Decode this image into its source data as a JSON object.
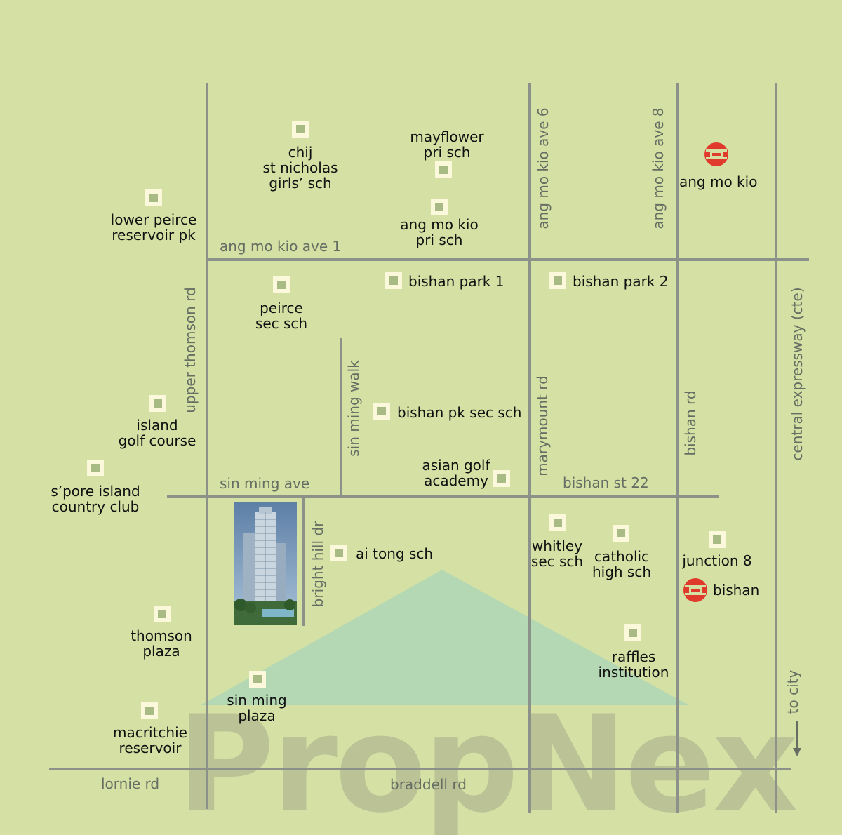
{
  "roads": {
    "ang_mo_kio_ave_1": "ang mo kio ave 1",
    "upper_thomson_rd": "upper thomson rd",
    "sin_ming_walk": "sin ming walk",
    "sin_ming_ave": "sin ming ave",
    "bright_hill_dr": "bright hill dr",
    "ang_mo_kio_ave_6": "ang mo kio ave 6",
    "marymount_rd": "marymount rd",
    "ang_mo_kio_ave_8": "ang mo kio ave 8",
    "bishan_rd": "bishan rd",
    "bishan_st_22": "bishan st 22",
    "central_expressway": "central expressway (cte)",
    "lornie_rd": "lornie rd",
    "braddell_rd": "braddell rd",
    "to_city": "to city"
  },
  "places": {
    "chij": "chij\nst nicholas\ngirls’ sch",
    "mayflower": "mayflower\npri sch",
    "amk_pri": "ang mo kio\npri sch",
    "lower_peirce": "lower peirce\nreservoir pk",
    "bishan_park_1": "bishan park 1",
    "bishan_park_2": "bishan park 2",
    "peirce_sec": "peirce\nsec sch",
    "island_golf": "island\ngolf course",
    "bishan_pk_sec": "bishan pk sec sch",
    "spore_island_cc": "s’pore island\ncountry club",
    "asian_golf": "asian golf\nacademy",
    "ai_tong": "ai tong sch",
    "whitley": "whitley\nsec sch",
    "catholic_high": "catholic\nhigh sch",
    "junction_8": "junction 8",
    "thomson_plaza": "thomson\nplaza",
    "raffles": "raffles\ninstitution",
    "sin_ming_plaza": "sin ming\nplaza",
    "macritchie": "macritchie\nreservoir"
  },
  "mrt": {
    "ang_mo_kio": "ang mo kio",
    "bishan": "bishan"
  },
  "watermark": "PropNex",
  "colors": {
    "background": "#d4e0a4",
    "road": "#8c918a",
    "road_label": "#666d63",
    "mrt_red": "#e03a2c",
    "triangle": "#a9d6b8"
  },
  "icons": {
    "place_marker": "square-marker-icon",
    "mrt": "mrt-station-icon",
    "direction": "arrow-down-icon"
  }
}
